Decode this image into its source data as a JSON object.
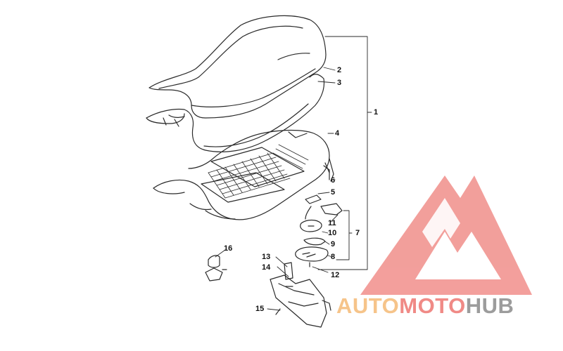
{
  "callouts": {
    "c1": "1",
    "c2": "2",
    "c3": "3",
    "c4": "4",
    "c5": "5",
    "c6": "6",
    "c7": "7",
    "c8": "8",
    "c9": "9",
    "c10": "10",
    "c11": "11",
    "c12": "12",
    "c13": "13",
    "c14": "14",
    "c15": "15",
    "c16": "16"
  },
  "watermark": {
    "part1": "AUTO",
    "part2": "MOTO",
    "part3": "HUB",
    "colors": {
      "auto": "#f6c48a",
      "moto": "#f08a86",
      "hub": "#9c9c9c",
      "logo": "#f08a86"
    }
  },
  "colors": {
    "line": "#2a2a2a",
    "background": "#ffffff"
  }
}
